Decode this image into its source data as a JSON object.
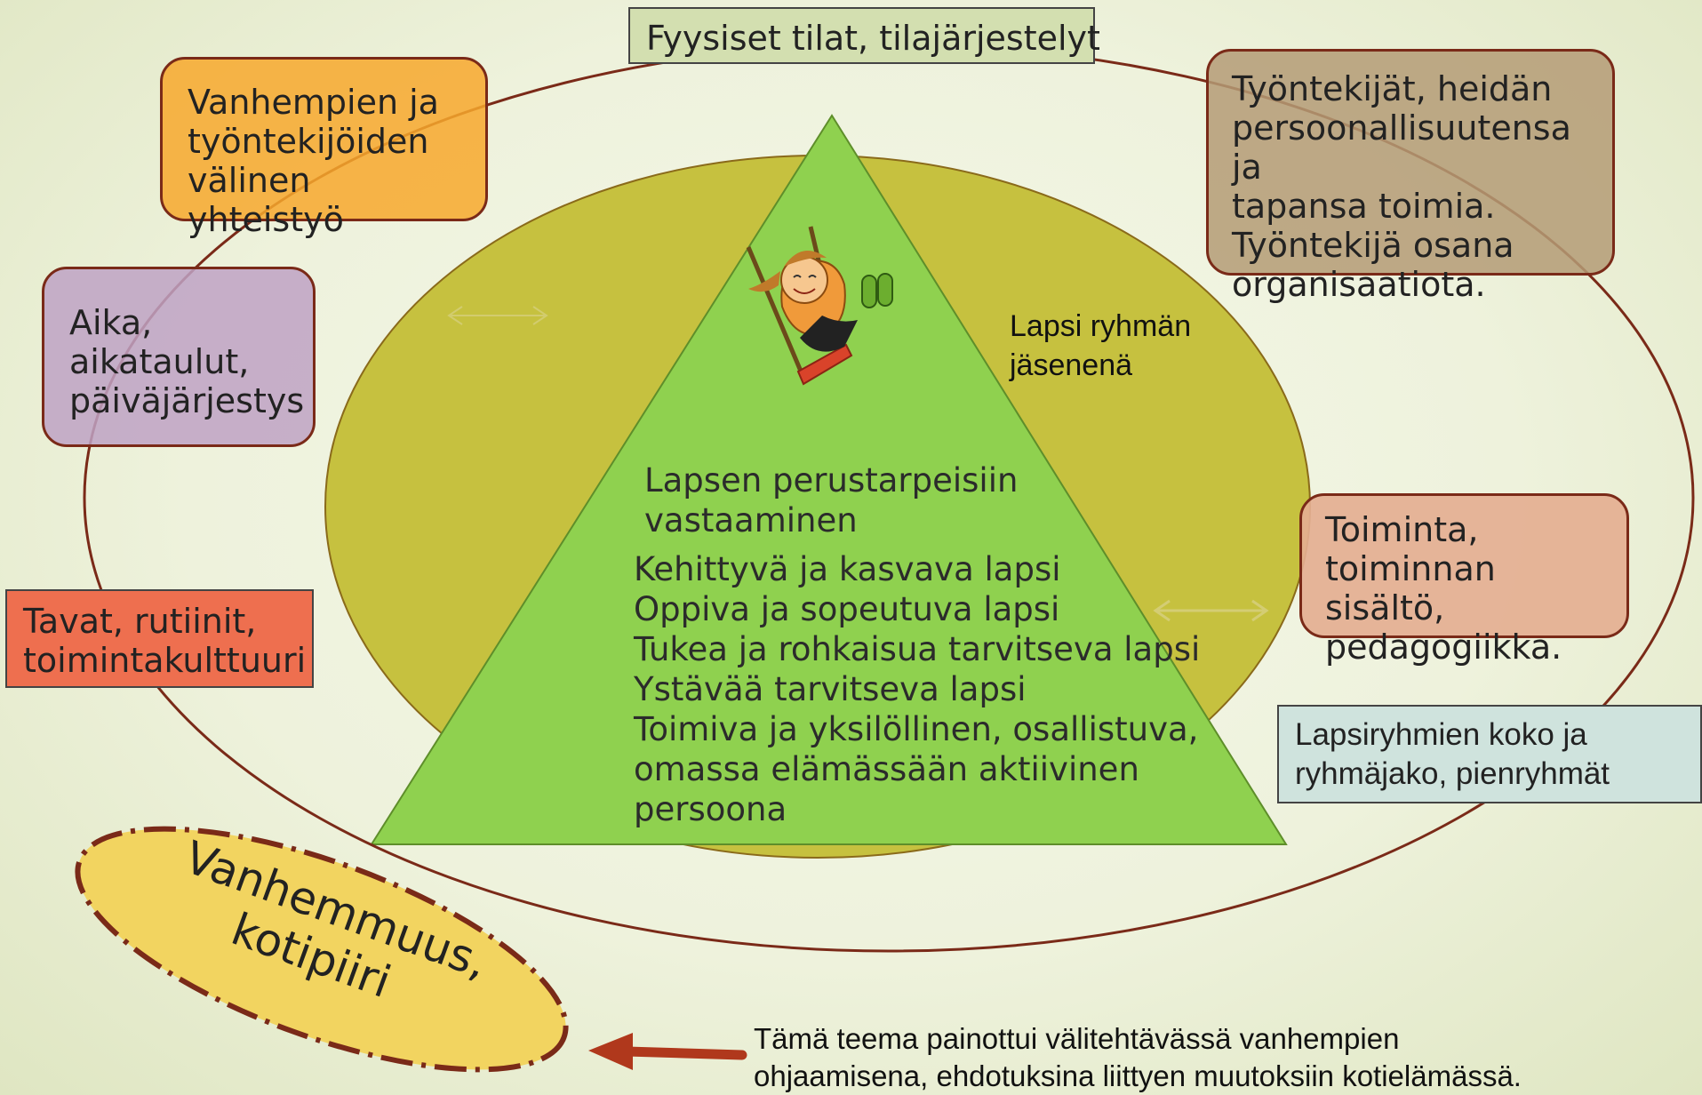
{
  "colors": {
    "outer_ellipse_stroke": "#7a2a18",
    "inner_ellipse_fill": "#c6c13f",
    "triangle_fill": "#8fd14f",
    "parent_ellipse_fill": "#f2d460"
  },
  "top_box": {
    "text": "Fyysiset tilat, tilajärjestelyt"
  },
  "box_cooperation": {
    "lines": [
      "Vanhempien ja",
      "työntekijöiden",
      "välinen yhteistyö"
    ]
  },
  "box_time": {
    "lines": [
      "Aika,",
      "aikataulut,",
      "päiväjärjestys"
    ]
  },
  "box_habits": {
    "lines": [
      "Tavat, rutiinit,",
      "toimintakulttuuri"
    ]
  },
  "box_workers": {
    "lines": [
      "Työntekijät, heidän",
      "persoonallisuutensa ja",
      "tapansa toimia.",
      "Työntekijä osana",
      "organisaatiota."
    ]
  },
  "box_activity": {
    "lines": [
      "Toiminta,",
      "toiminnan sisältö,",
      "pedagogiikka."
    ]
  },
  "box_groups": {
    "lines": [
      "Lapsiryhmien koko ja",
      "ryhmäjako, pienryhmät"
    ]
  },
  "group_member_label": {
    "lines": [
      "Lapsi ryhmän",
      "jäsenenä"
    ]
  },
  "triangle": {
    "heading_lines": [
      "Lapsen perustarpeisiin",
      "vastaaminen"
    ],
    "list": [
      "Kehittyvä ja kasvava lapsi",
      "Oppiva ja sopeutuva lapsi",
      "Tukea ja rohkaisua tarvitseva lapsi",
      "Ystävää tarvitseva lapsi",
      "Toimiva ja yksilöllinen, osallistuva,",
      "omassa elämässään aktiivinen",
      "persoona"
    ]
  },
  "parenthood": {
    "lines": [
      "Vanhemmuus,",
      "kotipiiri"
    ]
  },
  "note": {
    "lines": [
      "Tämä teema painottui välitehtävässä vanhempien",
      "ohjaamisena, ehdotuksina liittyen muutoksiin kotielämässä."
    ]
  },
  "illustration": {
    "icon": "child-on-swing-icon"
  }
}
